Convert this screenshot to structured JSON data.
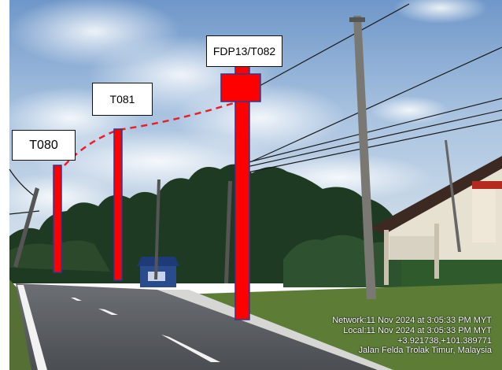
{
  "labels": {
    "t080": "T080",
    "t081": "T081",
    "fdp13_t082": "FDP13/T082"
  },
  "geotag": {
    "network": "Network:11 Nov 2024 at 3:05:33 PM MYT",
    "local": "Local:11 Nov 2024 at 3:05:33 PM MYT",
    "coords": "+3.921738,+101.389771",
    "address": "Jalan Felda Trolak Timur, Malaysia"
  },
  "colors": {
    "marker_fill": "#ff0000",
    "marker_outline": "#2b3a8f",
    "route_line": "#e8202a",
    "sky": "#8fb3d9",
    "road": "#5a5d62"
  }
}
